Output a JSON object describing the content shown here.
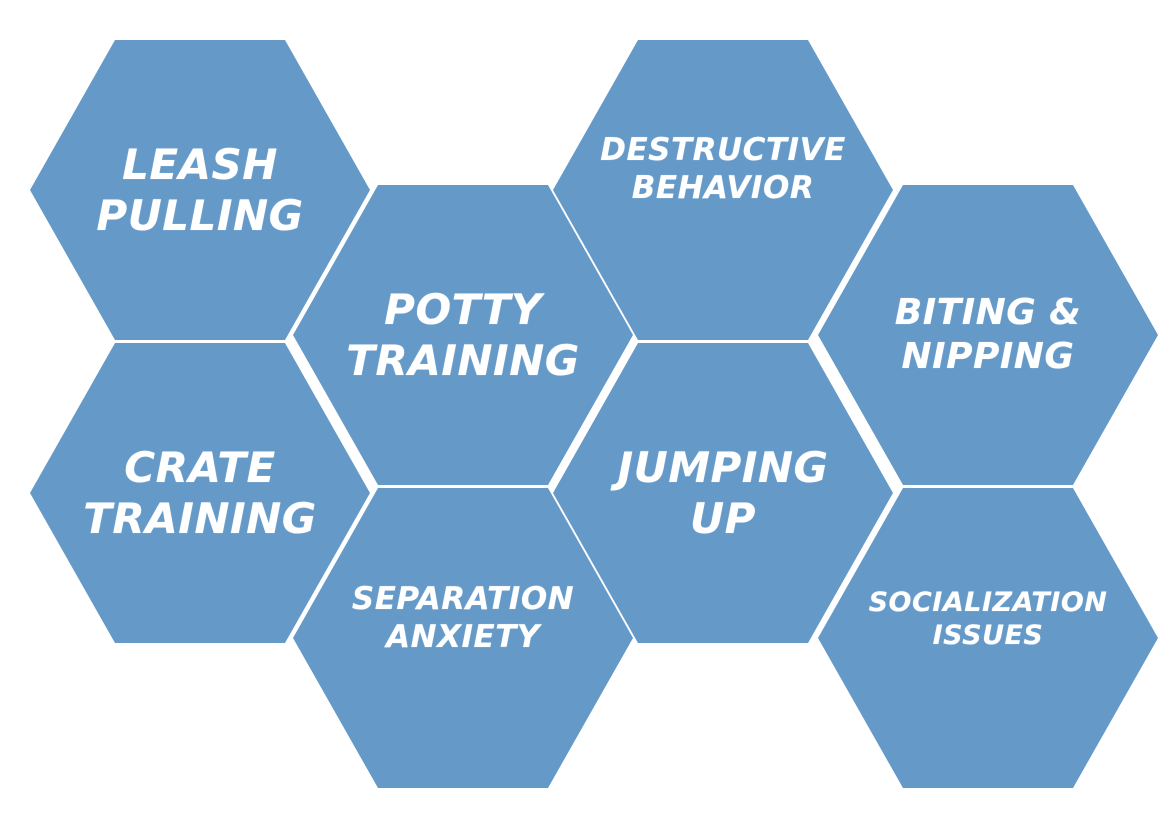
{
  "diagram": {
    "fill_color": "#6499c8",
    "text_color": "#ffffff",
    "background_color": "#ffffff",
    "hexagons": [
      {
        "id": "leash",
        "label": "LEASH\nPULLING"
      },
      {
        "id": "potty",
        "label": "POTTY\nTRAINING"
      },
      {
        "id": "crate",
        "label": "CRATE\nTRAINING"
      },
      {
        "id": "separation",
        "label": "SEPARATION\nANXIETY"
      },
      {
        "id": "destructive",
        "label": "DESTRUCTIVE\nBEHAVIOR"
      },
      {
        "id": "jumping",
        "label": "JUMPING\nUP"
      },
      {
        "id": "biting",
        "label": "BITING &\nNIPPING"
      },
      {
        "id": "social",
        "label": "SOCIALIZATION\nISSUES"
      }
    ]
  }
}
